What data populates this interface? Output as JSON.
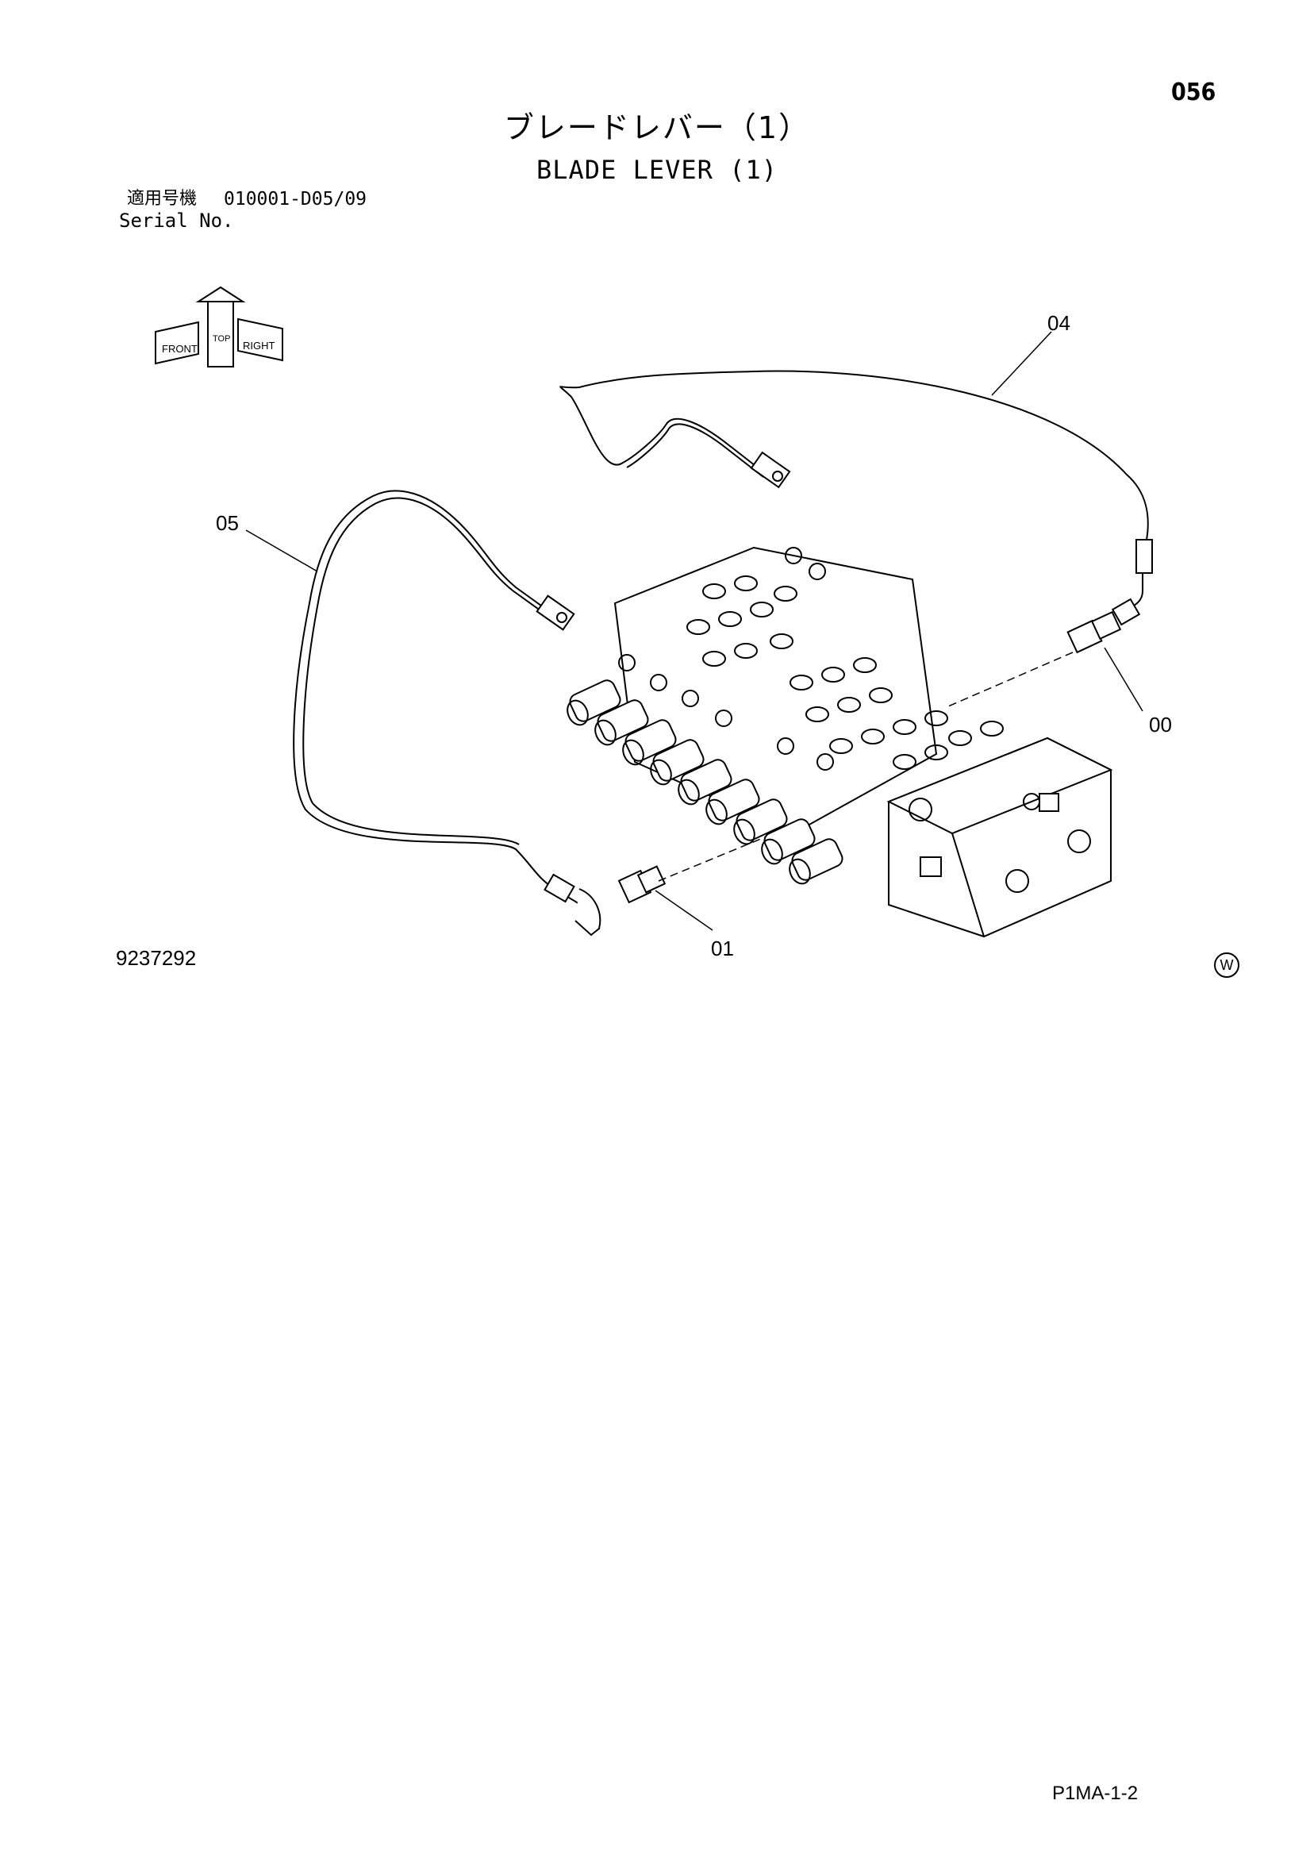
{
  "page_number": "056",
  "title_ja": "ブレードレバー（1）",
  "title_en": "BLADE LEVER (1)",
  "serial": {
    "label_ja": "適用号機",
    "value": "010001-D05/09",
    "label_en": "Serial No."
  },
  "orientation_icon": {
    "labels": [
      "FRONT",
      "TOP",
      "RIGHT"
    ]
  },
  "callouts": [
    "04",
    "05",
    "00",
    "01"
  ],
  "document_number": "9237292",
  "w_mark": "W",
  "footer_code": "P1MA-1-2"
}
